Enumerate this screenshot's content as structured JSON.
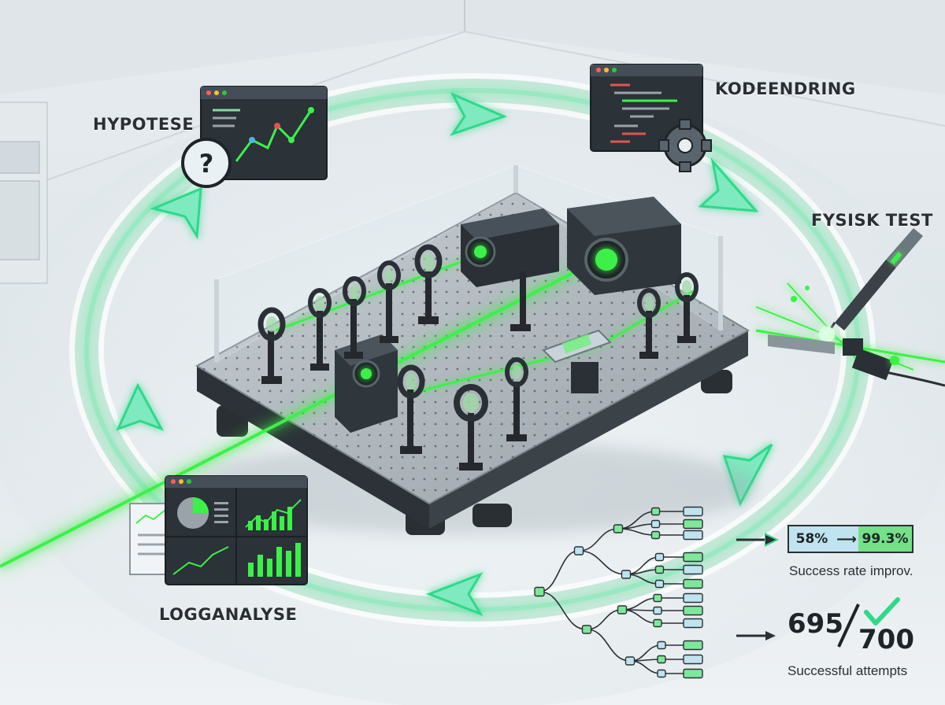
{
  "steps": {
    "hypothesis": "HYPOTESE",
    "code_change": "KODEENDRING",
    "physical_test": "FYSISK TEST",
    "log_analysis": "LOGGANALYSE"
  },
  "results": {
    "rate_from": "58%",
    "rate_to": "99.3%",
    "rate_caption": "Success rate improv.",
    "successes": "695",
    "attempts": "700",
    "attempts_caption": "Successful attempts"
  },
  "icons": {
    "hypothesis": "question-mark-icon",
    "code_change": "gear-icon",
    "physical_test": "laser-probe-icon",
    "log_analysis": "dashboard-chart-icon",
    "success": "checkmark-icon"
  },
  "colors": {
    "laser": "#3cf04a",
    "cycle_ring": "#bfe6d4",
    "arrow": "#2fd98a",
    "panel_dark": "#2b3238",
    "rate_before": "#bfe3ef",
    "rate_after": "#74e087"
  }
}
